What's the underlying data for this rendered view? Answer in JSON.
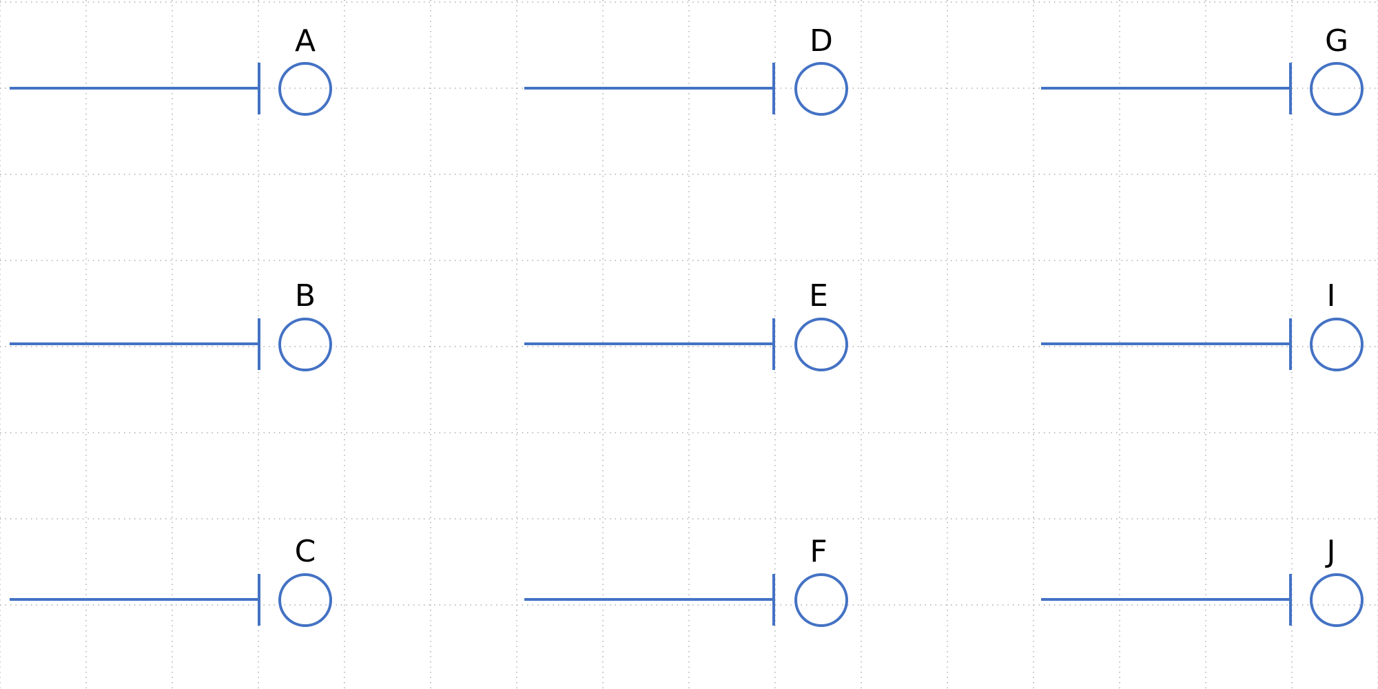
{
  "diagram": {
    "line_color": "#4472c4",
    "grid_color": "#9a9a9a",
    "columns": [
      {
        "terminals": [
          {
            "label": "A"
          },
          {
            "label": "B"
          },
          {
            "label": "C"
          }
        ]
      },
      {
        "terminals": [
          {
            "label": "D"
          },
          {
            "label": "E"
          },
          {
            "label": "F"
          }
        ]
      },
      {
        "terminals": [
          {
            "label": "G"
          },
          {
            "label": "I"
          },
          {
            "label": "J"
          }
        ]
      }
    ]
  }
}
